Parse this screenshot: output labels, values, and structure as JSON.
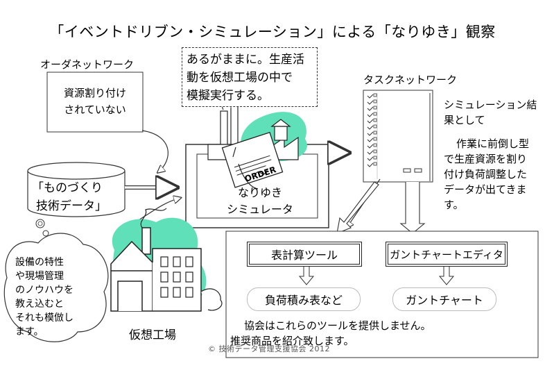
{
  "title": "「イベントドリブン・シミュレーション」による「なりゆき」観察",
  "order_network": {
    "label": "オーダネットワーク",
    "box_lines": [
      "資源割り付け",
      "されていない"
    ]
  },
  "callout_top": [
    "あるがままに。生産活",
    "動を仮想工場の中で",
    "模擬実行する。"
  ],
  "task_network": {
    "label": "タスクネットワーク",
    "result_lines": [
      "シミュレーション結",
      "果として"
    ],
    "detail_lines": [
      "作業に前倒し型",
      "で生産資源を割り",
      "付け負荷調整した",
      "データが出てきま",
      "す。"
    ]
  },
  "database": {
    "lines": [
      "「ものづくり",
      "技術データ」"
    ]
  },
  "simulator": {
    "lines": [
      "なりゆき",
      "シミュレータ"
    ],
    "order_text": "ORDER"
  },
  "thought_bubble": [
    "設備の特性",
    "や現場管理",
    "のノウハウを",
    "教え込むと",
    "それも模倣し",
    "ます。"
  ],
  "virtual_factory_label": "仮想工場",
  "tools": {
    "spreadsheet_tool": "表計算ツール",
    "gantt_editor": "ガントチャートエディタ",
    "load_chart": "負荷積み表など",
    "gantt_chart": "ガントチャート",
    "notice_lines": [
      "協会はこれらのツールを提供しません。",
      "推奨商品を紹介致します。"
    ]
  },
  "copyright": "© 技術データ管理支援協会 2012",
  "colors": {
    "accent_green": "#5fe0b8",
    "stroke": "#222222"
  }
}
